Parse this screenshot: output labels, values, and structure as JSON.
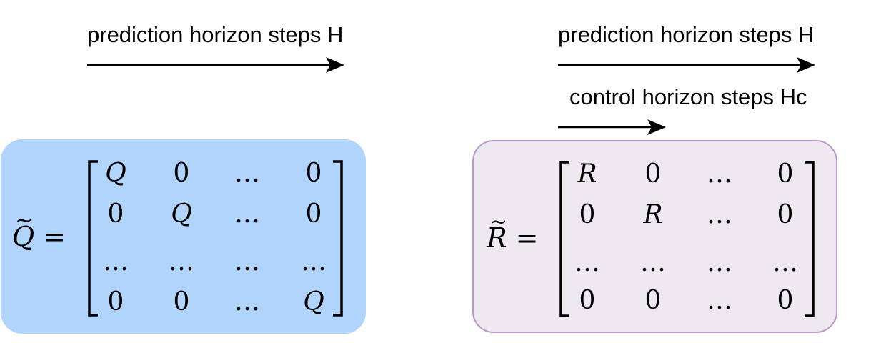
{
  "colors": {
    "q_panel": "#b0d4fc",
    "r_panel": "#eee8f0",
    "r_panel_border": "#b99ac9",
    "ink": "#000000"
  },
  "left": {
    "prediction_label": "prediction horizon steps H",
    "matrix": {
      "lhs_symbol": "Q",
      "lhs_accent": "~",
      "equals": "=",
      "rows": [
        [
          "Q",
          "0",
          "…",
          "0"
        ],
        [
          "0",
          "Q",
          "…",
          "0"
        ],
        [
          "…",
          "…",
          "…",
          "…"
        ],
        [
          "0",
          "0",
          "…",
          "Q"
        ]
      ]
    }
  },
  "right": {
    "prediction_label": "prediction horizon steps H",
    "control_label": "control horizon steps Hc",
    "matrix": {
      "lhs_symbol": "R",
      "lhs_accent": "~",
      "equals": "=",
      "rows": [
        [
          "R",
          "0",
          "…",
          "0"
        ],
        [
          "0",
          "R",
          "…",
          "0"
        ],
        [
          "…",
          "…",
          "…",
          "…"
        ],
        [
          "0",
          "0",
          "…",
          "0"
        ]
      ]
    }
  }
}
